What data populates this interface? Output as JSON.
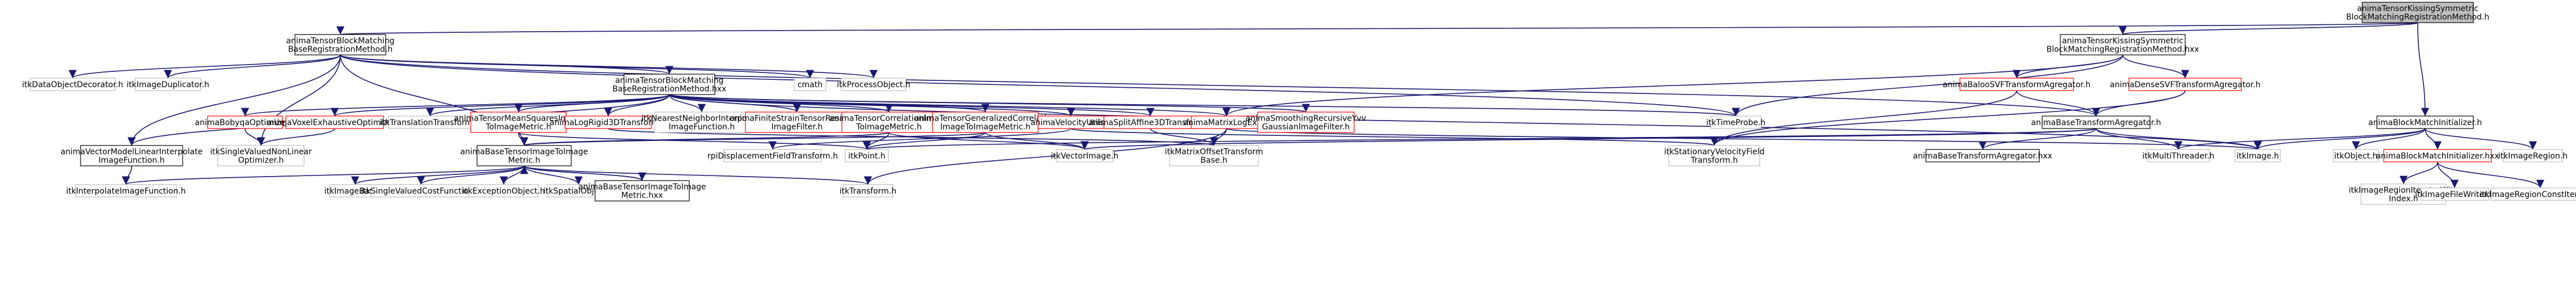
{
  "colors": {
    "edge": "#191970",
    "box_fill": "#ffffff",
    "focus_fill": "#bfbfbf",
    "box_border": "#000000",
    "red_border": "#ff0000",
    "grey_border": "#bfbfbf",
    "text": "#000000",
    "background": "#ffffff"
  },
  "diagram": {
    "nodes": [
      {
        "id": "root",
        "lines": [
          "animaTensorKissingSymmetric",
          "BlockMatchingRegistrationMethod.h"
        ],
        "style": "focus"
      },
      {
        "id": "bmbase_h",
        "lines": [
          "animaTensorBlockMatching",
          "BaseRegistrationMethod.h"
        ],
        "style": "black"
      },
      {
        "id": "ksym_hxx",
        "lines": [
          "animaTensorKissingSymmetric",
          "BlockMatchingRegistrationMethod.hxx"
        ],
        "style": "black"
      },
      {
        "id": "bminit_h",
        "lines": [
          "animaBlockMatchInitializer.h"
        ],
        "style": "black"
      },
      {
        "id": "dataobj",
        "lines": [
          "itkDataObjectDecorator.h"
        ],
        "style": "grey"
      },
      {
        "id": "imgdup",
        "lines": [
          "itkImageDuplicator.h"
        ],
        "style": "grey"
      },
      {
        "id": "bmbase_hxx",
        "lines": [
          "animaTensorBlockMatching",
          "BaseRegistrationMethod.hxx"
        ],
        "style": "black"
      },
      {
        "id": "cmath",
        "lines": [
          "cmath"
        ],
        "style": "grey"
      },
      {
        "id": "procobj",
        "lines": [
          "itkProcessObject.h"
        ],
        "style": "grey"
      },
      {
        "id": "balsvf",
        "lines": [
          "animaBalooSVFTransformAgregator.h"
        ],
        "style": "red"
      },
      {
        "id": "densesvf",
        "lines": [
          "animaDenseSVFTransformAgregator.h"
        ],
        "style": "red"
      },
      {
        "id": "bobyqa",
        "lines": [
          "animaBobyqaOptimizer.h"
        ],
        "style": "red"
      },
      {
        "id": "voxexh",
        "lines": [
          "animaVoxelExhaustiveOptimizer.h"
        ],
        "style": "red"
      },
      {
        "id": "transl",
        "lines": [
          "itkTranslationTransform.h"
        ],
        "style": "grey"
      },
      {
        "id": "tmeansq",
        "lines": [
          "animaTensorMeanSquaresImage",
          "ToImageMetric.h"
        ],
        "style": "red"
      },
      {
        "id": "logrigid",
        "lines": [
          "animaLogRigid3DTransform.h"
        ],
        "style": "red"
      },
      {
        "id": "nearest",
        "lines": [
          "itkNearestNeighborInterpolate",
          "ImageFunction.h"
        ],
        "style": "grey"
      },
      {
        "id": "fsrot",
        "lines": [
          "animaFiniteStrainTensorResample",
          "ImageFilter.h"
        ],
        "style": "red"
      },
      {
        "id": "tcorr",
        "lines": [
          "animaTensorCorrelationImage",
          "ToImageMetric.h"
        ],
        "style": "red"
      },
      {
        "id": "tgencorr",
        "lines": [
          "animaTensorGeneralizedCorrelation",
          "ImageToImageMetric.h"
        ],
        "style": "red"
      },
      {
        "id": "velocity",
        "lines": [
          "animaVelocityUtils.h"
        ],
        "style": "red"
      },
      {
        "id": "splitaff",
        "lines": [
          "animaSplitAffine3DTransform.h"
        ],
        "style": "red"
      },
      {
        "id": "matrixlog",
        "lines": [
          "animaMatrixLogExp.h"
        ],
        "style": "red"
      },
      {
        "id": "smoothrec",
        "lines": [
          "animaSmoothingRecursiveYvv",
          "GaussianImageFilter.h"
        ],
        "style": "red"
      },
      {
        "id": "timeprobe",
        "lines": [
          "itkTimeProbe.h"
        ],
        "style": "grey"
      },
      {
        "id": "basetagg",
        "lines": [
          "animaBaseTransformAgregator.h"
        ],
        "style": "black"
      },
      {
        "id": "vecmodel",
        "lines": [
          "animaVectorModelLinearInterpolate",
          "ImageFunction.h"
        ],
        "style": "black"
      },
      {
        "id": "singlevalopt",
        "lines": [
          "itkSingleValuedNonLinear",
          "Optimizer.h"
        ],
        "style": "grey"
      },
      {
        "id": "basetensormetric",
        "lines": [
          "animaBaseTensorImageToImage",
          "Metric.h"
        ],
        "style": "black"
      },
      {
        "id": "rpidisp",
        "lines": [
          "rpiDisplacementFieldTransform.h"
        ],
        "style": "grey"
      },
      {
        "id": "itkpoint",
        "lines": [
          "itkPoint.h"
        ],
        "style": "grey"
      },
      {
        "id": "itkvecimg",
        "lines": [
          "itkVectorImage.h"
        ],
        "style": "grey"
      },
      {
        "id": "matoffset",
        "lines": [
          "itkMatrixOffsetTransform",
          "Base.h"
        ],
        "style": "grey"
      },
      {
        "id": "statvel",
        "lines": [
          "itkStationaryVelocityField",
          "Transform.h"
        ],
        "style": "grey"
      },
      {
        "id": "basetagg_hxx",
        "lines": [
          "animaBaseTransformAgregator.hxx"
        ],
        "style": "black"
      },
      {
        "id": "multithread",
        "lines": [
          "itkMultiThreader.h"
        ],
        "style": "grey"
      },
      {
        "id": "itkimage",
        "lines": [
          "itkImage.h"
        ],
        "style": "grey"
      },
      {
        "id": "itkobject",
        "lines": [
          "itkObject.h"
        ],
        "style": "grey"
      },
      {
        "id": "bminit_hxx",
        "lines": [
          "animaBlockMatchInitializer.hxx"
        ],
        "style": "red"
      },
      {
        "id": "imgregion",
        "lines": [
          "itkImageRegion.h"
        ],
        "style": "grey"
      },
      {
        "id": "interpfn",
        "lines": [
          "itkInterpolateImageFunction.h"
        ],
        "style": "grey"
      },
      {
        "id": "imgbase",
        "lines": [
          "itkImageBase.h"
        ],
        "style": "grey"
      },
      {
        "id": "singlecost",
        "lines": [
          "itkSingleValuedCostFunction.h"
        ],
        "style": "grey"
      },
      {
        "id": "exception",
        "lines": [
          "itkExceptionObject.h"
        ],
        "style": "grey"
      },
      {
        "id": "spatialobj",
        "lines": [
          "itkSpatialObject.h"
        ],
        "style": "grey"
      },
      {
        "id": "basetensormetric_hxx",
        "lines": [
          "animaBaseTensorImageToImage",
          "Metric.hxx"
        ],
        "style": "black"
      },
      {
        "id": "itktransform",
        "lines": [
          "itkTransform.h"
        ],
        "style": "grey"
      },
      {
        "id": "regioniter",
        "lines": [
          "itkImageRegionIteratorWith",
          "Index.h"
        ],
        "style": "grey"
      },
      {
        "id": "filewriter",
        "lines": [
          "itkImageFileWriter.h"
        ],
        "style": "grey"
      },
      {
        "id": "regconst",
        "lines": [
          "itkImageRegionConstIterator.h"
        ],
        "style": "grey"
      }
    ],
    "edges": [
      [
        "root",
        "bmbase_h"
      ],
      [
        "root",
        "ksym_hxx"
      ],
      [
        "root",
        "bminit_h"
      ],
      [
        "bmbase_h",
        "dataobj"
      ],
      [
        "bmbase_h",
        "imgdup"
      ],
      [
        "bmbase_h",
        "bmbase_hxx"
      ],
      [
        "bmbase_h",
        "cmath"
      ],
      [
        "bmbase_h",
        "procobj"
      ],
      [
        "bmbase_h",
        "basetagg"
      ],
      [
        "bmbase_h",
        "vecmodel"
      ],
      [
        "bmbase_h",
        "singlevalopt"
      ],
      [
        "bmbase_h",
        "basetensormetric"
      ],
      [
        "bmbase_h",
        "timeprobe"
      ],
      [
        "ksym_hxx",
        "balsvf"
      ],
      [
        "ksym_hxx",
        "densesvf"
      ],
      [
        "ksym_hxx",
        "matrixlog"
      ],
      [
        "ksym_hxx",
        "timeprobe"
      ],
      [
        "bmbase_hxx",
        "bobyqa"
      ],
      [
        "bmbase_hxx",
        "voxexh"
      ],
      [
        "bmbase_hxx",
        "transl"
      ],
      [
        "bmbase_hxx",
        "tmeansq"
      ],
      [
        "bmbase_hxx",
        "logrigid"
      ],
      [
        "bmbase_hxx",
        "nearest"
      ],
      [
        "bmbase_hxx",
        "fsrot"
      ],
      [
        "bmbase_hxx",
        "tcorr"
      ],
      [
        "bmbase_hxx",
        "tgencorr"
      ],
      [
        "bmbase_hxx",
        "velocity"
      ],
      [
        "bmbase_hxx",
        "splitaff"
      ],
      [
        "bmbase_hxx",
        "matrixlog"
      ],
      [
        "bmbase_hxx",
        "smoothrec"
      ],
      [
        "bmbase_hxx",
        "timeprobe"
      ],
      [
        "bmbase_hxx",
        "vecmodel"
      ],
      [
        "bmbase_hxx",
        "itkimage"
      ],
      [
        "balsvf",
        "basetagg"
      ],
      [
        "balsvf",
        "statvel"
      ],
      [
        "densesvf",
        "basetagg"
      ],
      [
        "densesvf",
        "statvel"
      ],
      [
        "bobyqa",
        "singlevalopt"
      ],
      [
        "voxexh",
        "singlevalopt"
      ],
      [
        "tmeansq",
        "basetensormetric"
      ],
      [
        "tmeansq",
        "itkpoint"
      ],
      [
        "logrigid",
        "matoffset"
      ],
      [
        "tcorr",
        "basetensormetric"
      ],
      [
        "tcorr",
        "itkpoint"
      ],
      [
        "tcorr",
        "itkvecimg"
      ],
      [
        "tgencorr",
        "basetensormetric"
      ],
      [
        "tgencorr",
        "itkpoint"
      ],
      [
        "tgencorr",
        "itkvecimg"
      ],
      [
        "velocity",
        "rpidisp"
      ],
      [
        "velocity",
        "statvel"
      ],
      [
        "splitaff",
        "matoffset"
      ],
      [
        "matrixlog",
        "matoffset"
      ],
      [
        "matrixlog",
        "itktransform"
      ],
      [
        "matrixlog",
        "itkimage"
      ],
      [
        "basetagg",
        "itkvecimg"
      ],
      [
        "basetagg",
        "basetagg_hxx"
      ],
      [
        "basetagg",
        "multithread"
      ],
      [
        "basetagg",
        "itkimage"
      ],
      [
        "basetagg",
        "itkpoint"
      ],
      [
        "vecmodel",
        "interpfn"
      ],
      [
        "basetensormetric",
        "interpfn"
      ],
      [
        "basetensormetric",
        "imgbase"
      ],
      [
        "basetensormetric",
        "singlecost"
      ],
      [
        "basetensormetric",
        "exception"
      ],
      [
        "basetensormetric",
        "spatialobj"
      ],
      [
        "basetensormetric",
        "basetensormetric_hxx"
      ],
      [
        "basetensormetric",
        "itktransform"
      ],
      [
        "basetensormetric_hxx",
        "basetensormetric"
      ],
      [
        "bminit_h",
        "itkobject"
      ],
      [
        "bminit_h",
        "bminit_hxx"
      ],
      [
        "bminit_h",
        "imgregion"
      ],
      [
        "bminit_h",
        "itkimage"
      ],
      [
        "bminit_h",
        "multithread"
      ],
      [
        "bminit_hxx",
        "regioniter"
      ],
      [
        "bminit_hxx",
        "filewriter"
      ],
      [
        "bminit_hxx",
        "regconst"
      ]
    ]
  }
}
